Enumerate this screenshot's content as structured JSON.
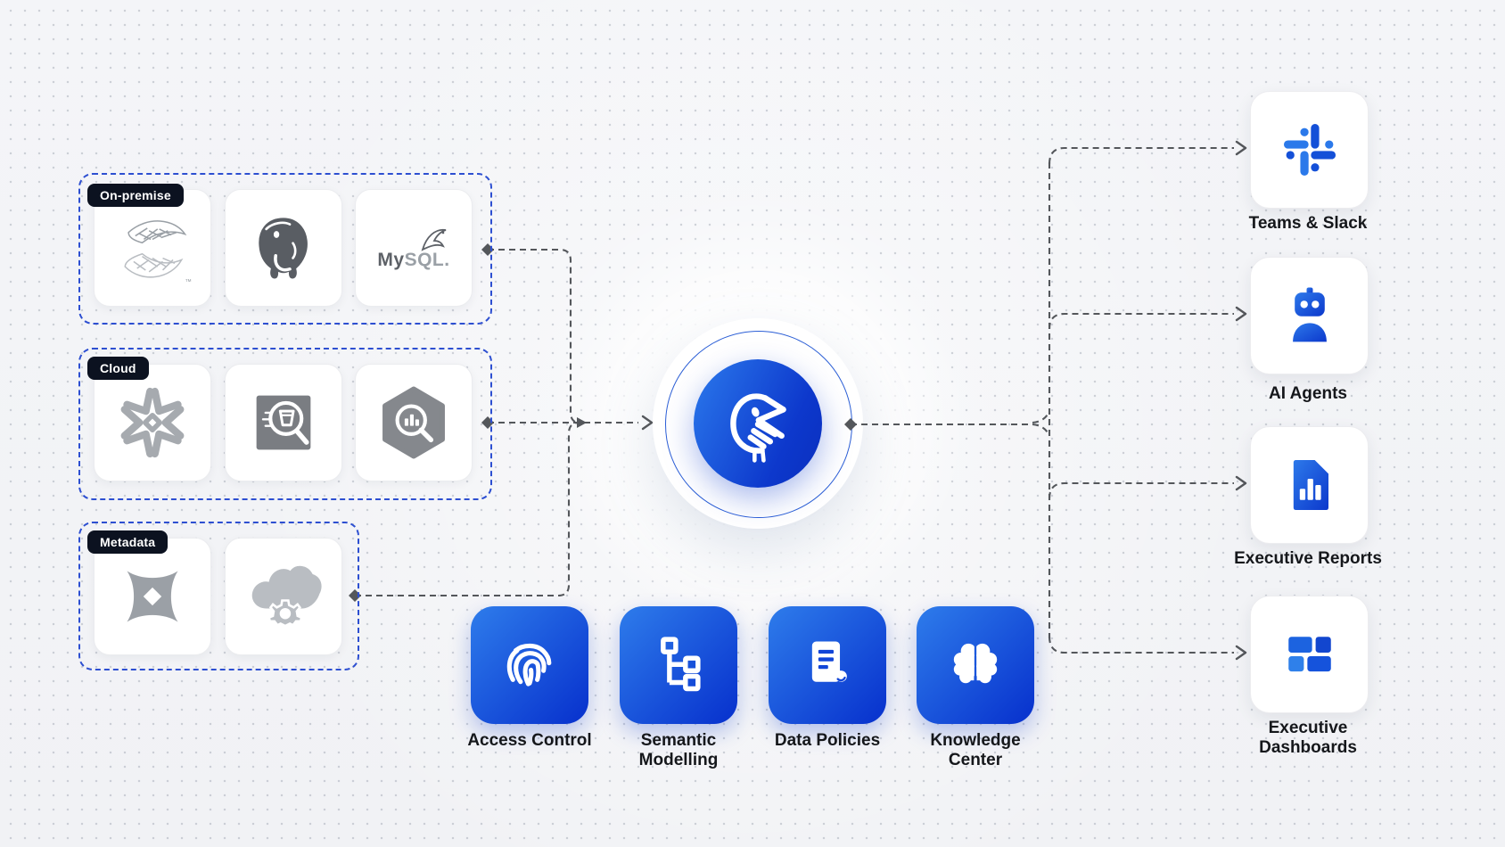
{
  "groups": [
    {
      "label": "On-premise",
      "items": [
        {
          "icon": "sql-server-logo"
        },
        {
          "icon": "postgresql-logo"
        },
        {
          "icon": "mysql-logo",
          "text_1": "My",
          "text_2": "SQL."
        }
      ]
    },
    {
      "label": "Cloud",
      "items": [
        {
          "icon": "snowflake-logo"
        },
        {
          "icon": "athena-logo"
        },
        {
          "icon": "bigquery-logo"
        }
      ]
    },
    {
      "label": "Metadata",
      "items": [
        {
          "icon": "dbt-logo"
        },
        {
          "icon": "cloud-services-logo"
        }
      ]
    }
  ],
  "hub": {
    "icon": "bird-logo"
  },
  "features": [
    {
      "label": "Access Control",
      "icon": "fingerprint-icon"
    },
    {
      "label": "Semantic\nModelling",
      "icon": "hierarchy-icon"
    },
    {
      "label": "Data Policies",
      "icon": "document-scroll-icon"
    },
    {
      "label": "Knowledge\nCenter",
      "icon": "brain-icon"
    }
  ],
  "outputs": [
    {
      "label": "Teams & Slack",
      "icon": "slack-icon"
    },
    {
      "label": "AI Agents",
      "icon": "robot-icon"
    },
    {
      "label": "Executive Reports",
      "icon": "report-chart-icon"
    },
    {
      "label": "Executive\nDashboards",
      "icon": "dashboard-grid-icon"
    }
  ],
  "colors": {
    "group_border": "#2d4fd1",
    "pill_bg": "#0c1220",
    "connector_gray": "#54575b",
    "tile_gradient_start": "#2e7ceb",
    "tile_gradient_end": "#0a36cf",
    "hub_blue": "#0d38cc",
    "logo_gray": "#9aa0a6"
  }
}
